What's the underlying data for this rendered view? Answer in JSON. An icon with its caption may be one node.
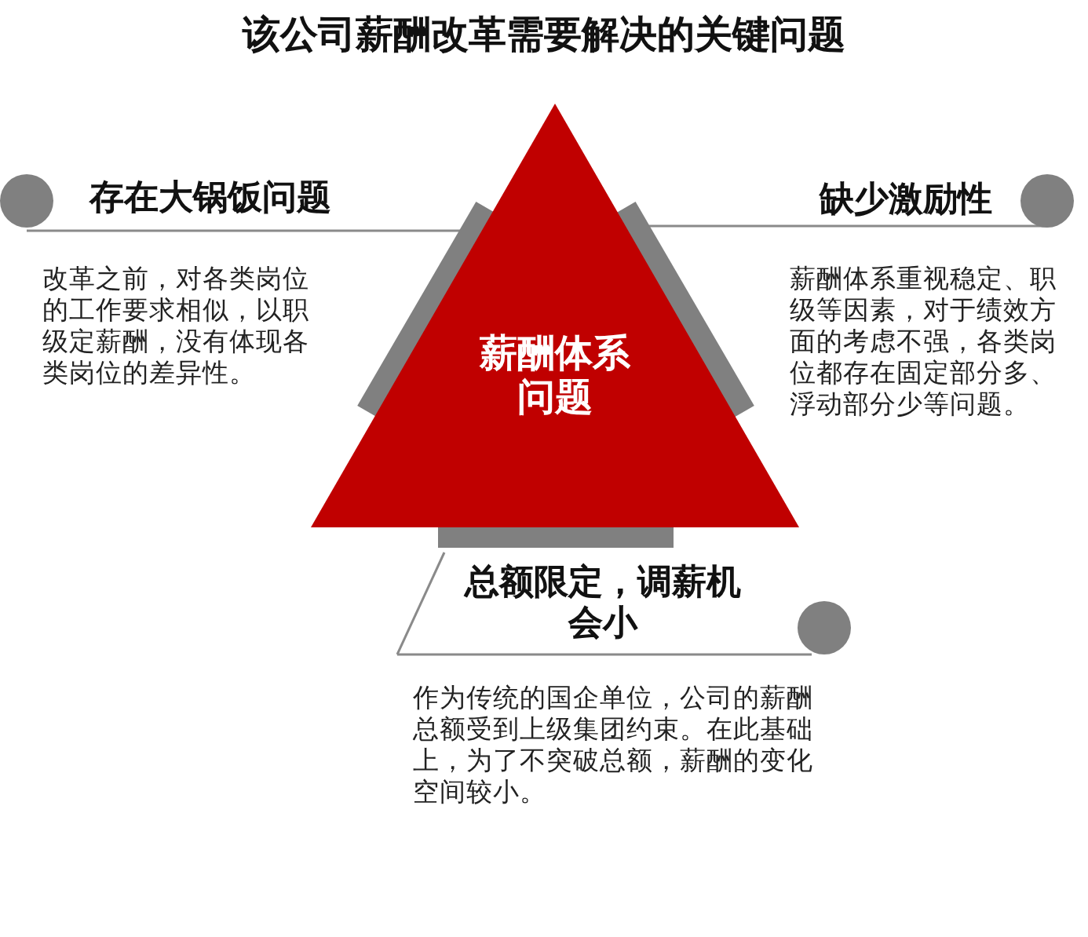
{
  "diagram": {
    "title": "该公司薪酬改革需要解决的关键问题",
    "nodes": [
      {
        "text": [
          "薪酬体系问题"
        ]
      }
    ],
    "labels": [
      "存在大锅饭问题",
      "缺少激励性",
      "改革之前，对各类岗位的工作要求相似，以职级定薪酬，没有体现各类岗位的差异性。",
      "薪酬体系重视稳定、职级等因素，对于绩效方面的考虑不强，各类岗位都存在固定部分多、浮动部分少等问题。",
      "总额限定，调薪机会小",
      "作为传统的国企单位，公司的薪酬总额受到上级集团约束。在此基础上，为了不突破总额，薪酬的变化空间较小。"
    ]
  }
}
